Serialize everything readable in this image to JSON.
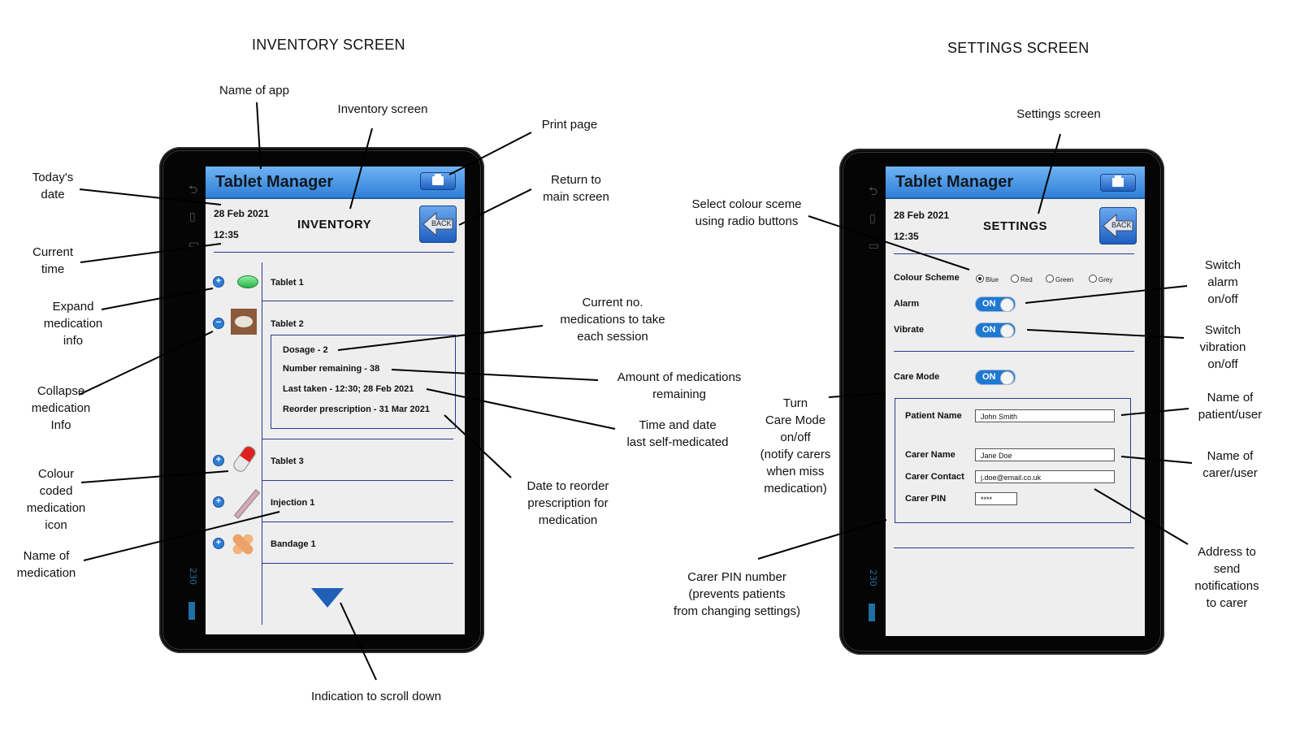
{
  "inventory": {
    "heading": "INVENTORY SCREEN",
    "app_name": "Tablet Manager",
    "date": "28 Feb 2021",
    "time": "12:35",
    "screen_title": "INVENTORY",
    "back_label": "BACK",
    "medications": [
      {
        "label": "Tablet 1",
        "control": "+"
      },
      {
        "label": "Tablet 2",
        "control": "−"
      },
      {
        "label": "Tablet 3",
        "control": "+"
      },
      {
        "label": "Injection 1",
        "control": "+"
      },
      {
        "label": "Bandage 1",
        "control": "+"
      }
    ],
    "details": {
      "dosage": "Dosage - 2",
      "remaining": "Number remaining - 38",
      "last_taken": "Last taken - 12:30; 28 Feb 2021",
      "reorder": "Reorder prescription - 31 Mar 2021"
    }
  },
  "settings": {
    "heading": "SETTINGS SCREEN",
    "app_name": "Tablet Manager",
    "date": "28 Feb 2021",
    "time": "12:35",
    "screen_title": "SETTINGS",
    "back_label": "BACK",
    "colour_scheme_label": "Colour Scheme",
    "colour_options": [
      "Blue",
      "Red",
      "Green",
      "Grey"
    ],
    "colour_selected": "Blue",
    "alarm_label": "Alarm",
    "vibrate_label": "Vibrate",
    "care_mode_label": "Care Mode",
    "toggle_on": "ON",
    "patient_name_label": "Patient Name",
    "patient_name": "John Smith",
    "carer_name_label": "Carer Name",
    "carer_name": "Jane Doe",
    "carer_contact_label": "Carer Contact",
    "carer_contact": "j.doe@email.co.uk",
    "carer_pin_label": "Carer PIN",
    "carer_pin": "****"
  },
  "side_status": "230",
  "annotations": {
    "name_of_app": "Name of app",
    "inventory_screen": "Inventory screen",
    "print_page": "Print page",
    "return_main": "Return to\nmain screen",
    "todays_date": "Today's\ndate",
    "current_time": "Current\ntime",
    "expand_info": "Expand\nmedication\ninfo",
    "collapse_info": "Collapse\nmedication\nInfo",
    "colour_icon": "Colour\ncoded\nmedication\nicon",
    "name_medication": "Name of\nmedication",
    "current_no": "Current no.\nmedications to take\neach session",
    "amount_remaining": "Amount of medications\nremaining",
    "time_date_last": "Time and date\nlast self-medicated",
    "date_reorder": "Date to reorder\nprescription for\nmedication",
    "scroll_down": "Indication to scroll down",
    "settings_screen": "Settings screen",
    "select_colour": "Select colour sceme\nusing radio buttons",
    "switch_alarm": "Switch\nalarm\non/off",
    "switch_vibration": "Switch\nvibration\non/off",
    "turn_care": "Turn\nCare Mode\non/off\n(notify carers\nwhen miss\nmedication)",
    "name_patient": "Name of\npatient/user",
    "name_carer": "Name of\ncarer/user",
    "address_notify": "Address to\nsend\nnotifications\nto carer",
    "carer_pin_number": "Carer PIN number\n(prevents patients\nfrom changing settings)"
  }
}
